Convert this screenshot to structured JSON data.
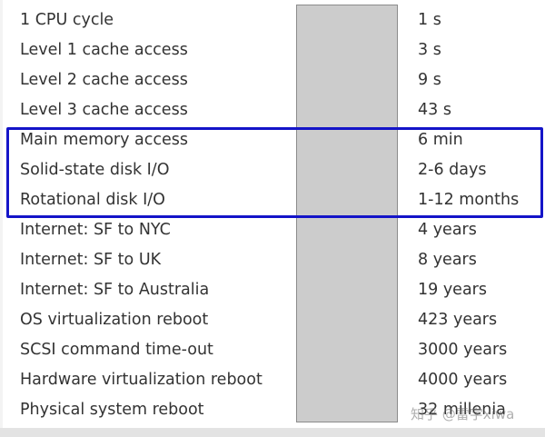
{
  "rows": [
    {
      "label": "1 CPU cycle",
      "value": "1 s"
    },
    {
      "label": "Level 1 cache access",
      "value": "3 s"
    },
    {
      "label": "Level 2 cache access",
      "value": "9 s"
    },
    {
      "label": "Level 3 cache access",
      "value": "43 s"
    },
    {
      "label": "Main memory access",
      "value": "6 min"
    },
    {
      "label": "Solid-state disk I/O",
      "value": "2-6 days"
    },
    {
      "label": "Rotational disk I/O",
      "value": "1-12 months"
    },
    {
      "label": "Internet: SF to NYC",
      "value": "4 years"
    },
    {
      "label": "Internet: SF to UK",
      "value": "8 years"
    },
    {
      "label": "Internet: SF to Australia",
      "value": "19 years"
    },
    {
      "label": "OS virtualization reboot",
      "value": "423 years"
    },
    {
      "label": "SCSI command time-out",
      "value": "3000 years"
    },
    {
      "label": "Hardware virtualization reboot",
      "value": "4000 years"
    },
    {
      "label": "Physical system reboot",
      "value": "32 millenia"
    }
  ],
  "watermark": "知乎 @雷宇xiwa",
  "colors": {
    "highlight_border": "#1414c8",
    "column_fill": "#cccccc",
    "text": "#333333"
  }
}
